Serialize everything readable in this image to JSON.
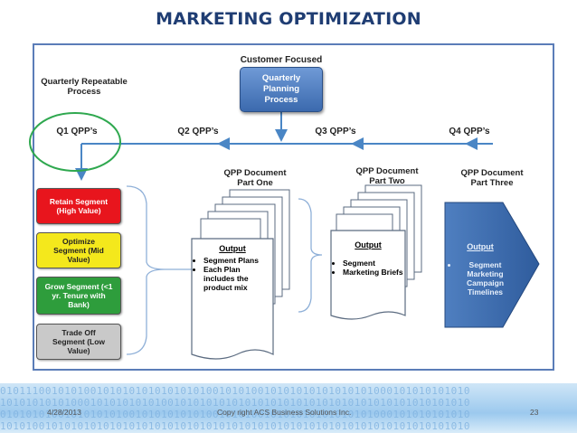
{
  "title": "MARKETING OPTIMIZATION",
  "diagram": {
    "top_label": "Customer  Focused",
    "left_label": "Quarterly Repeatable Process",
    "planning_box": "Quarterly Planning Process",
    "quarters": [
      "Q1 QPP’s",
      "Q2 QPP’s",
      "Q3 QPP’s",
      "Q4 QPP’s"
    ],
    "segments": [
      {
        "label": "Retain Segment (High Value)",
        "color": "#e8151d",
        "text_color": "#ffffff"
      },
      {
        "label": "Optimize Segment (Mid Value)",
        "color": "#f4e81c",
        "text_color": "#222222"
      },
      {
        "label": "Grow Segment (<1 yr. Tenure with Bank)",
        "color": "#2e9d3c",
        "text_color": "#ffffff"
      },
      {
        "label": "Trade Off Segment (Low Value)",
        "color": "#c9c9c9",
        "text_color": "#222222"
      }
    ],
    "doc1": {
      "header": "QPP Document Part One",
      "output_title": "Output",
      "bullets": [
        "Segment Plans",
        "Each Plan includes the product mix"
      ]
    },
    "doc2": {
      "header": "QPP Document Part Two",
      "output_title": "Output",
      "bullets": [
        "Segment",
        "Marketing Briefs"
      ]
    },
    "doc3": {
      "header": "QPP Document Part Three",
      "output_title": "Output",
      "bullets": [
        "Segment Marketing Campaign Timelines"
      ]
    },
    "colors": {
      "title": "#1f3d73",
      "frame": "#5b7db8",
      "arrow": "#4a86c5",
      "circle": "#2fa84f",
      "chevron": "#3c6eb0"
    }
  },
  "footer": {
    "date": "4/28/2013",
    "copyright": "Copy right ACS Business Solutions Inc.",
    "page": "23"
  }
}
